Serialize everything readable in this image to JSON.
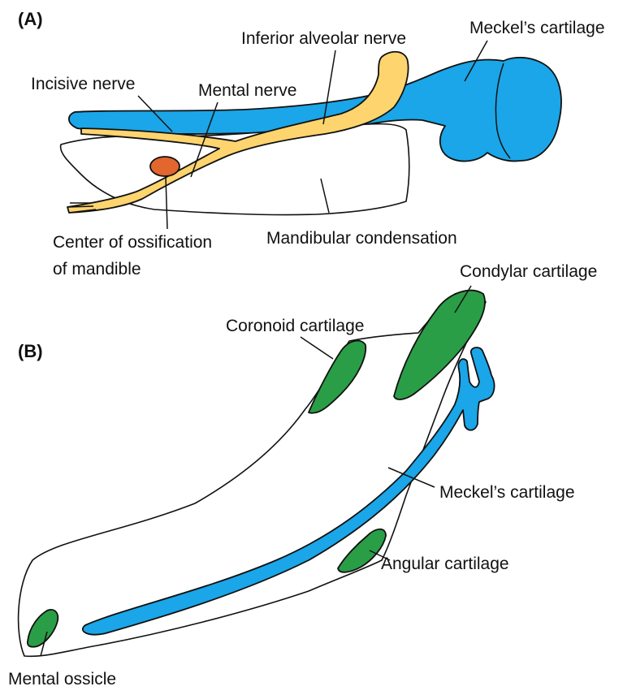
{
  "colors": {
    "cartilage_blue": "#1aa6e8",
    "nerve_yellow": "#fdd46e",
    "ossification_orange": "#e2662e",
    "secondary_cartilage_green": "#2a9d47",
    "outline": "#111111"
  },
  "panel_a": {
    "tag": "(A)",
    "labels": {
      "inferior_alveolar_nerve": "Inferior alveolar nerve",
      "meckels_cartilage": "Meckel’s cartilage",
      "incisive_nerve": "Incisive nerve",
      "mental_nerve": "Mental nerve",
      "center_ossification_line1": "Center of ossification",
      "center_ossification_line2": "of mandible",
      "mandibular_condensation": "Mandibular condensation"
    }
  },
  "panel_b": {
    "tag": "(B)",
    "labels": {
      "condylar_cartilage": "Condylar cartilage",
      "coronoid_cartilage": "Coronoid cartilage",
      "meckels_cartilage": "Meckel’s cartilage",
      "angular_cartilage": "Angular cartilage",
      "mental_ossicle": "Mental ossicle"
    }
  }
}
